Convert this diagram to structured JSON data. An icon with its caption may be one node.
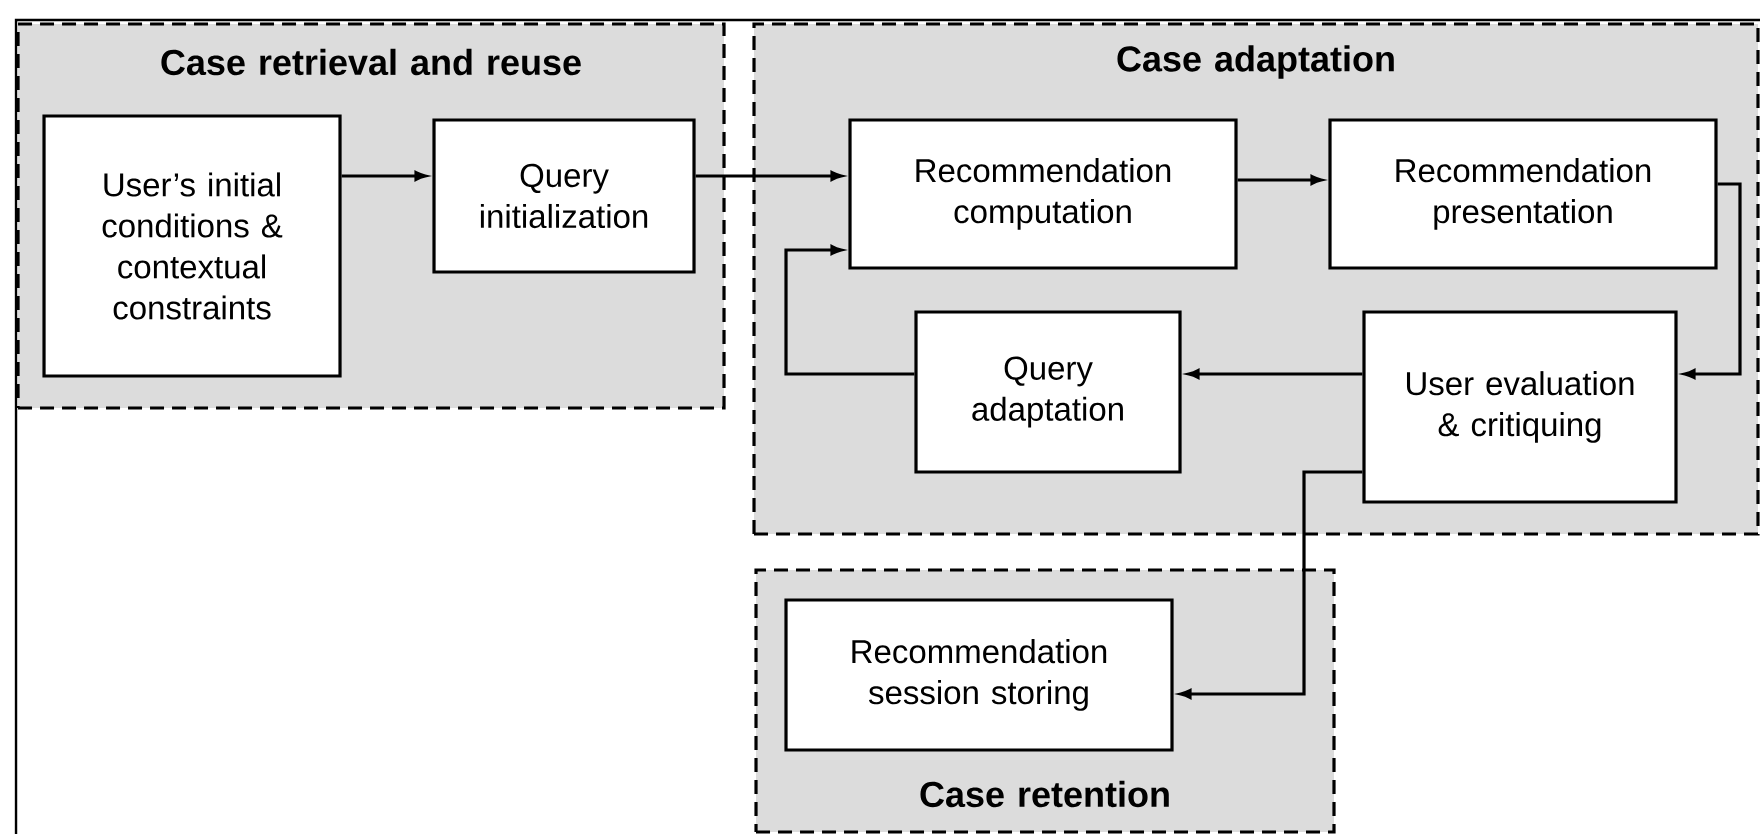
{
  "diagram": {
    "nodes": [
      {
        "text": [
          "Case retrieval and reuse"
        ]
      },
      {
        "text": [
          "User’s initial conditions & contextual constraints"
        ],
        "in": 0
      },
      {
        "text": [
          "Query initialization"
        ],
        "in": 0
      },
      {
        "text": [
          "Case adaptation"
        ]
      },
      {
        "text": [
          "Recommendation computation"
        ],
        "in": 3
      },
      {
        "text": [
          "Recommendation presentation"
        ],
        "in": 3
      },
      {
        "text": [
          "Query adaptation"
        ],
        "in": 3
      },
      {
        "text": [
          "User evaluation & critiquing"
        ],
        "in": 3
      },
      {
        "text": [
          "Case retention"
        ]
      },
      {
        "text": [
          "Recommendation session storing"
        ],
        "in": 8
      }
    ],
    "edges": [
      {
        "from": 1,
        "to": 2,
        "arrow": "to"
      },
      {
        "from": 2,
        "to": 4,
        "arrow": "to"
      },
      {
        "from": 4,
        "to": 5,
        "arrow": "to"
      },
      {
        "from": 5,
        "to": 7,
        "arrow": "to"
      },
      {
        "from": 7,
        "to": 6,
        "arrow": "to"
      },
      {
        "from": 6,
        "to": 4,
        "arrow": "to"
      },
      {
        "from": 7,
        "to": 9,
        "arrow": "to"
      }
    ]
  }
}
